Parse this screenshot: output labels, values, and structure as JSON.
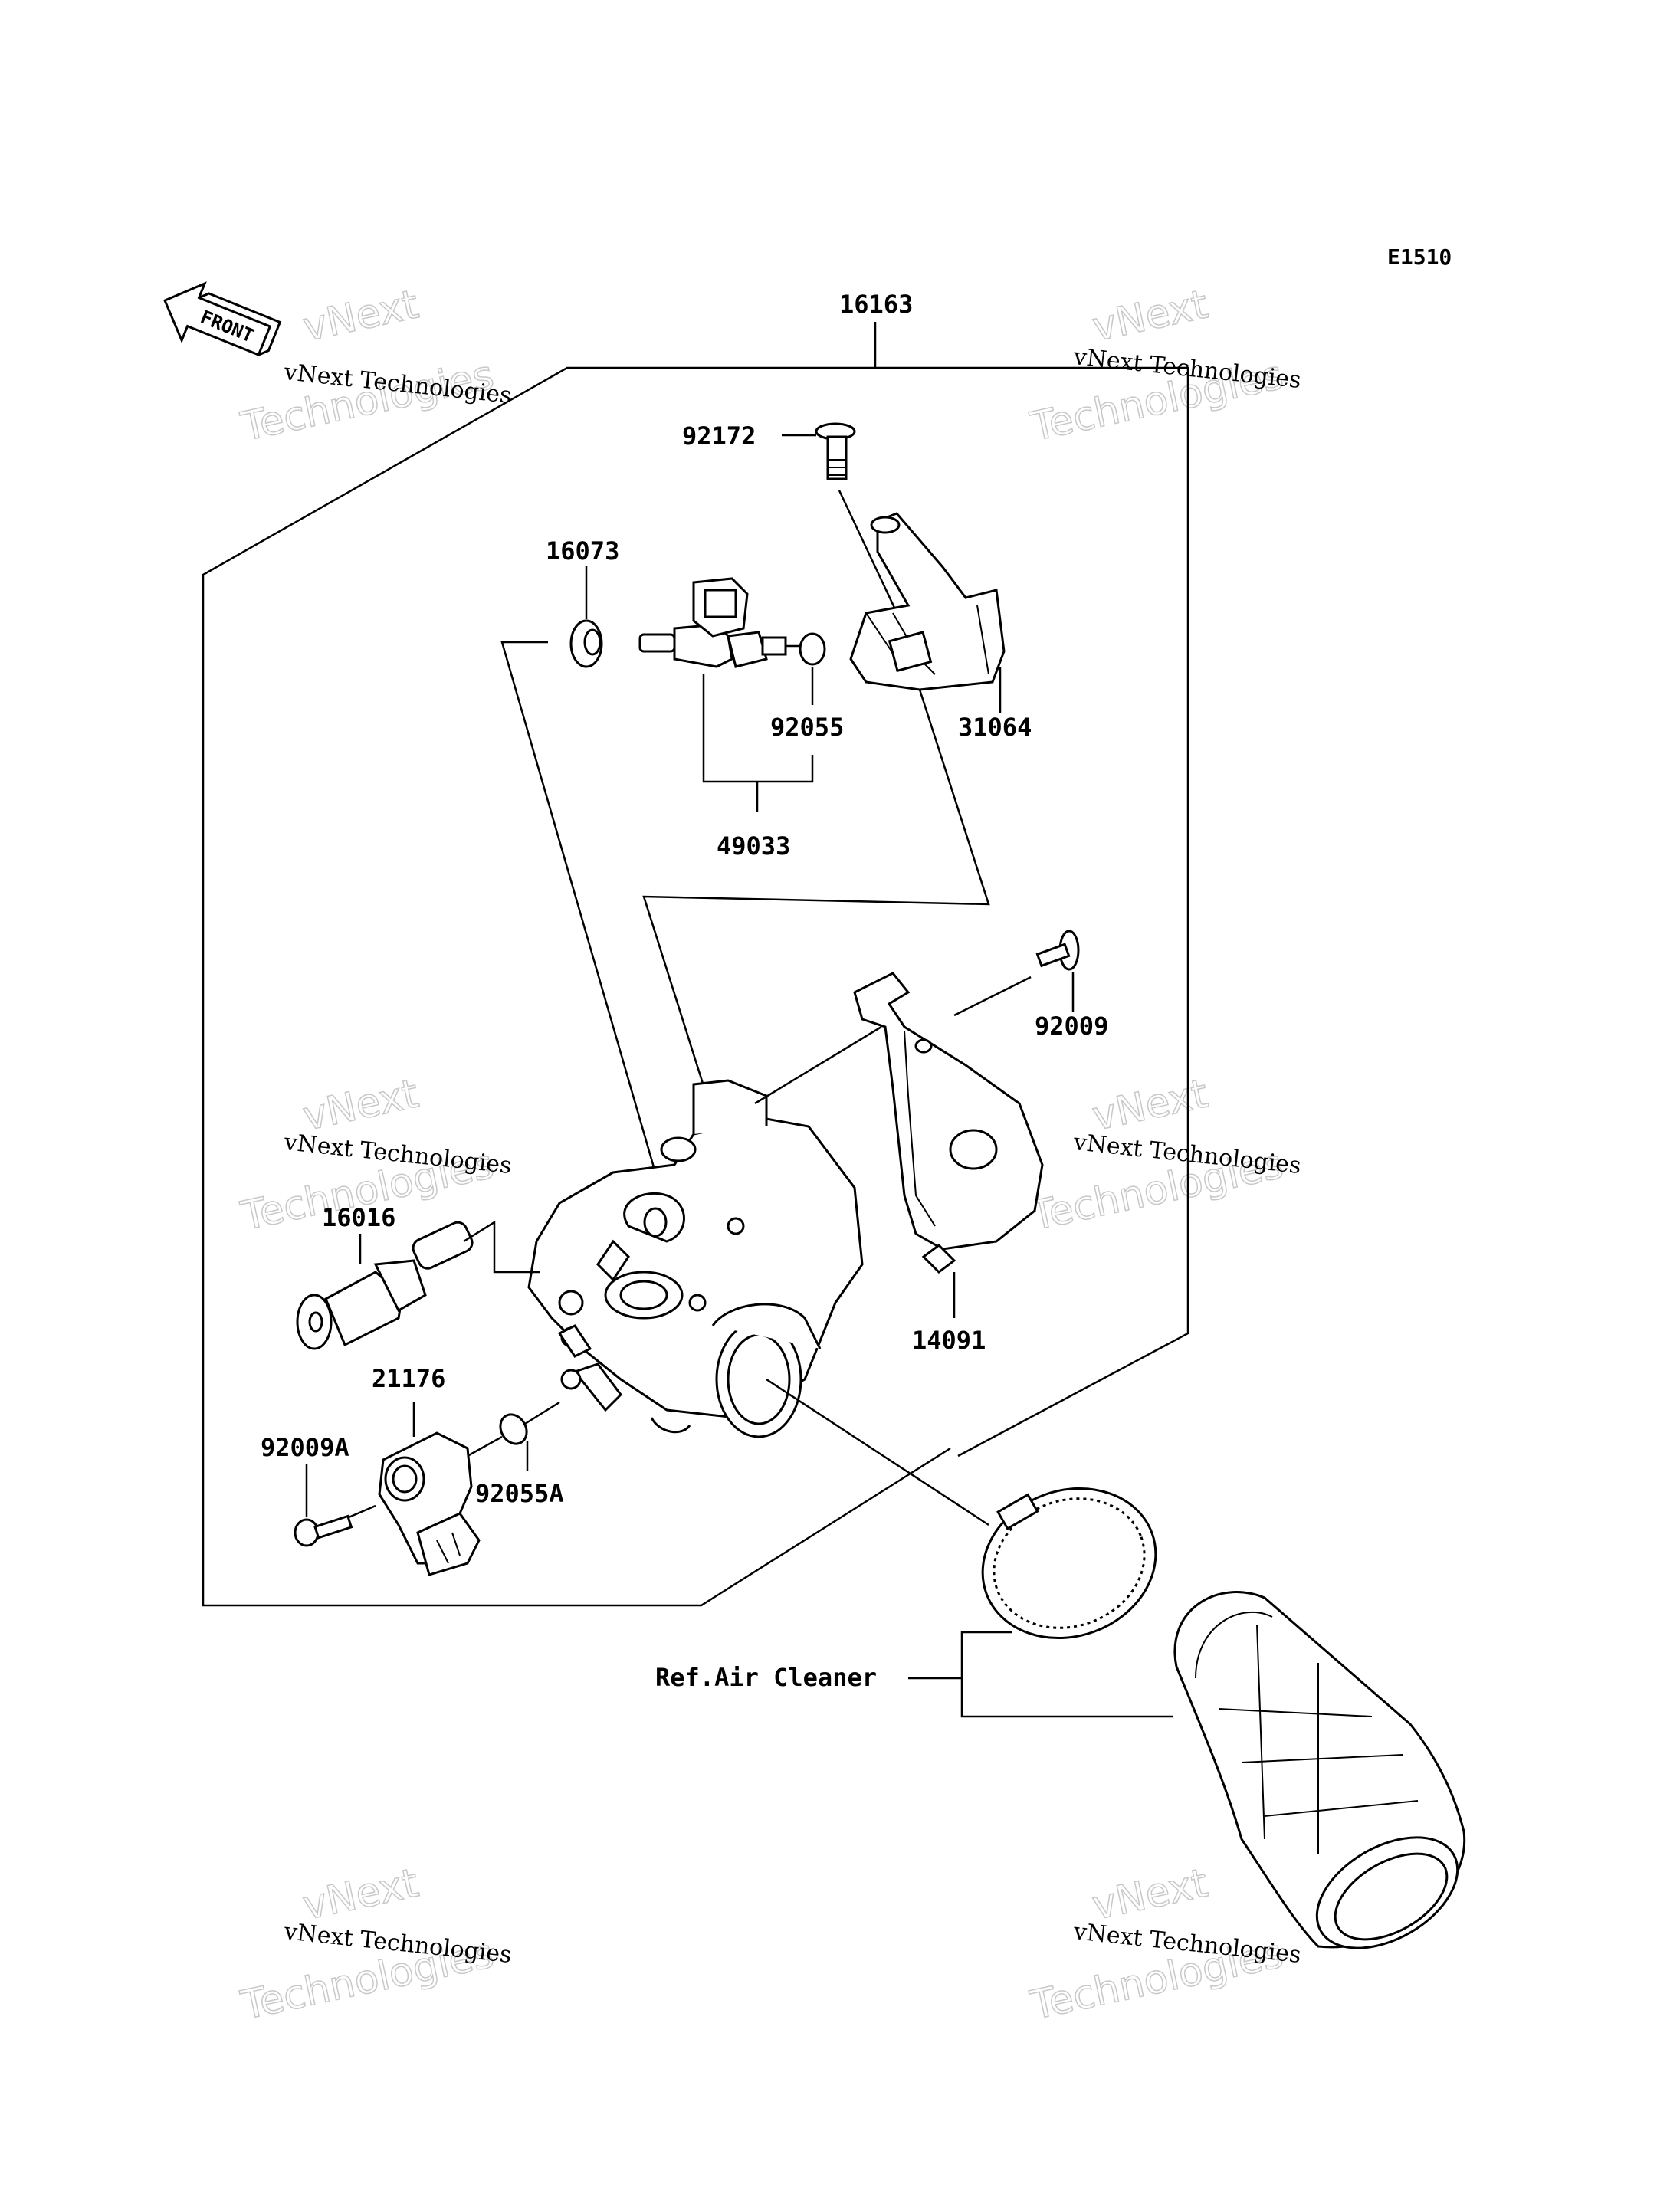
{
  "diagram_code": "E1510",
  "front_label": "FRONT",
  "watermark": {
    "line1": "vNext",
    "line2": "Technologies",
    "caption": "vNext Technologies"
  },
  "parts": {
    "p16163": "16163",
    "p92172": "92172",
    "p16073": "16073",
    "p92055": "92055",
    "p31064": "31064",
    "p49033": "49033",
    "p92009": "92009",
    "p16016": "16016",
    "p14091": "14091",
    "p21176": "21176",
    "p92009A": "92009A",
    "p92055A": "92055A"
  },
  "ref_air_cleaner": "Ref.Air Cleaner"
}
